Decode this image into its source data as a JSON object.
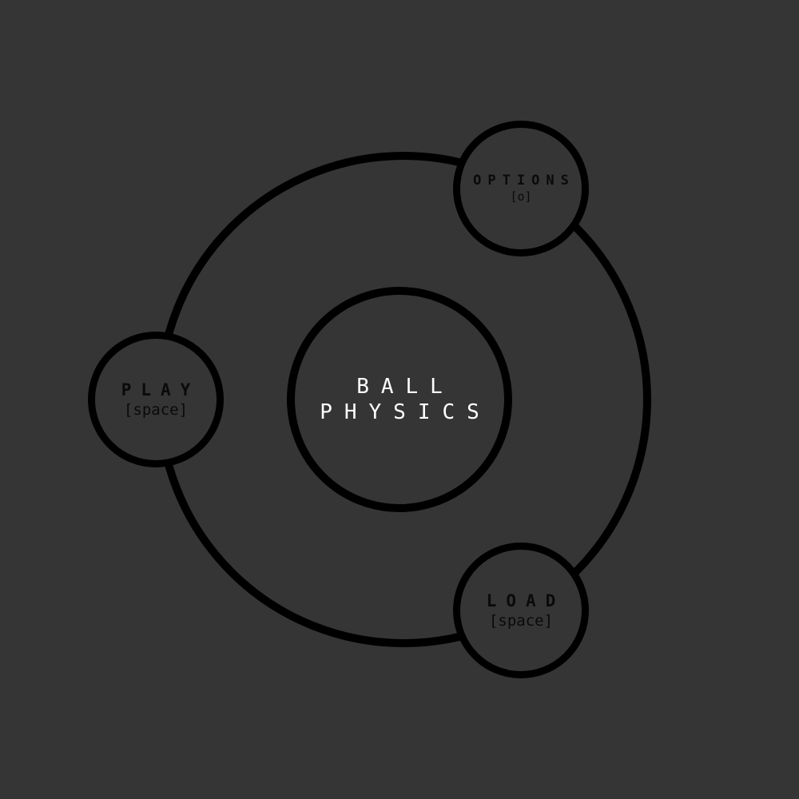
{
  "menu": {
    "title_line1": "BALL",
    "title_line2": "PHYSICS",
    "options": {
      "label": "OPTIONS",
      "key": "[o]"
    },
    "play": {
      "label": "PLAY",
      "key": "[space]"
    },
    "load": {
      "label": "LOAD",
      "key": "[space]"
    }
  },
  "colors": {
    "background": "#353535",
    "stroke": "#000000",
    "title_text": "#ffffff"
  }
}
